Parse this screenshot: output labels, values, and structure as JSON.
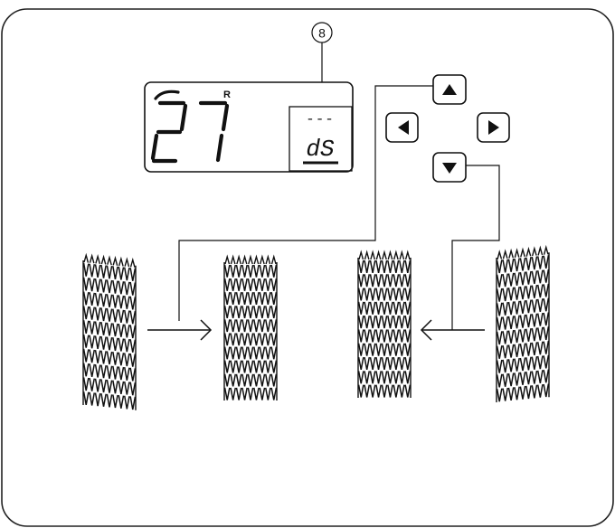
{
  "callout": {
    "number": "8"
  },
  "lcd": {
    "stitch_number": "27",
    "indicator": "R",
    "mode_code": "dS",
    "mode_dashes": "---"
  },
  "arrow_keys": [
    {
      "name": "up-arrow-button",
      "direction": "up",
      "glyph": "▲"
    },
    {
      "name": "left-arrow-button",
      "direction": "left",
      "glyph": "◀"
    },
    {
      "name": "right-arrow-button",
      "direction": "right",
      "glyph": "▶"
    },
    {
      "name": "down-arrow-button",
      "direction": "down",
      "glyph": "▼"
    }
  ],
  "stitch_patterns": [
    {
      "name": "stitch-slanted-right",
      "slant": "right"
    },
    {
      "name": "stitch-straight-result-up",
      "slant": "none"
    },
    {
      "name": "stitch-straight-result-down",
      "slant": "none"
    },
    {
      "name": "stitch-slanted-left",
      "slant": "left"
    }
  ],
  "colors": {
    "line": "#111111",
    "panel_border": "#222222",
    "background": "#ffffff"
  }
}
